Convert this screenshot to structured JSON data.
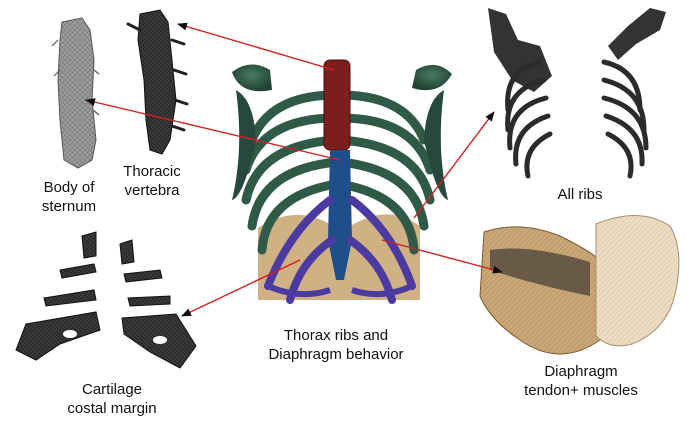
{
  "labels": {
    "sternum": [
      "Body of",
      "sternum"
    ],
    "vertebra": [
      "Thoracic",
      "vertebra"
    ],
    "all_ribs": [
      "All ribs"
    ],
    "thorax": [
      "Thorax ribs and",
      "Diaphragm behavior"
    ],
    "cartilage": [
      "Cartilage",
      "costal margin"
    ],
    "diaphragm": [
      "Diaphragm",
      "tendon+ muscles"
    ]
  },
  "colors": {
    "arrow": "#d42020",
    "rib_green": "#2f5a48",
    "vertebra_red": "#7a1e1e",
    "sternum_blue": "#1f4f8a",
    "cartilage_purple": "#4b3aa0",
    "mesh_gray": "#8a8a8a",
    "mesh_dark": "#2b2b2b",
    "muscle_tan": "#c8a878",
    "tendon_light": "#e8d8bc"
  }
}
